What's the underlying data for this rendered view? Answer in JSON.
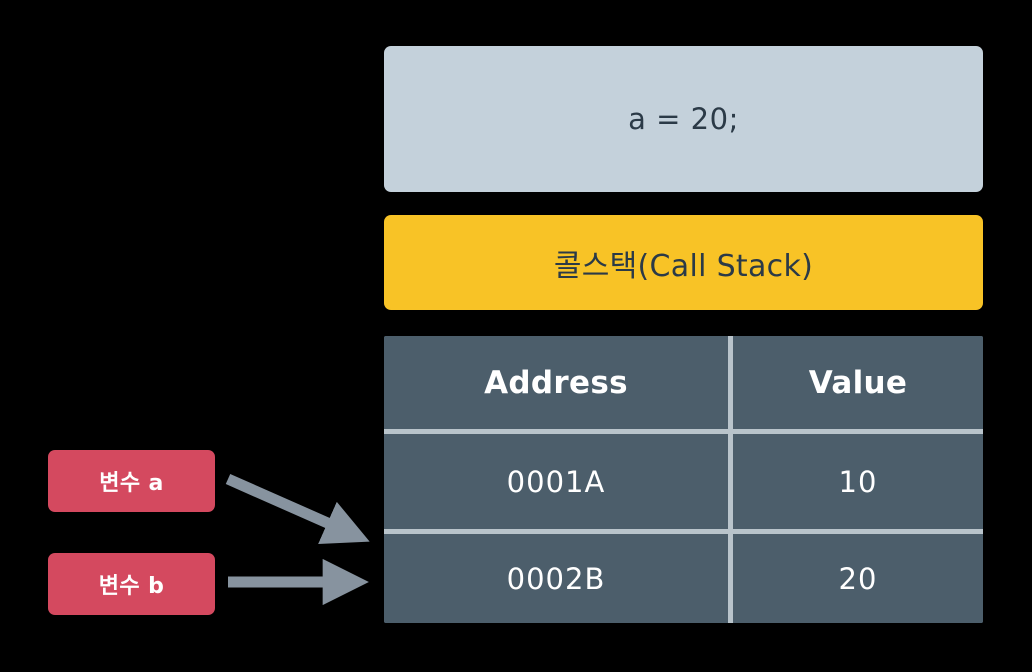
{
  "diagram": {
    "title": "Call stack memory diagram",
    "background_color": "#000000",
    "code_box": {
      "statement": "a = 20;",
      "background_color": "#c4d1db",
      "text_color": "#2b3a47"
    },
    "callstack_banner": {
      "label": "콜스택(Call Stack)",
      "background_color": "#f8c326",
      "text_color": "#2b3a47"
    },
    "memory_table": {
      "background_color": "#4c5e6b",
      "grid_line_color": "#b9c4cb",
      "text_color": "#ffffff",
      "columns": [
        "Address",
        "Value"
      ],
      "rows": [
        {
          "address": "0001A",
          "value": "10"
        },
        {
          "address": "0002B",
          "value": "20"
        }
      ]
    },
    "variable_tags": [
      {
        "label": "변수 a",
        "background_color": "#d4495f",
        "text_color": "#ffffff"
      },
      {
        "label": "변수 b",
        "background_color": "#d4495f",
        "text_color": "#ffffff"
      }
    ],
    "arrows": [
      {
        "from": "변수 a",
        "to": "0002B",
        "style": "diagonal",
        "color": "#87939f"
      },
      {
        "from": "변수 b",
        "to": "0002B",
        "style": "horizontal",
        "color": "#87939f"
      }
    ]
  }
}
